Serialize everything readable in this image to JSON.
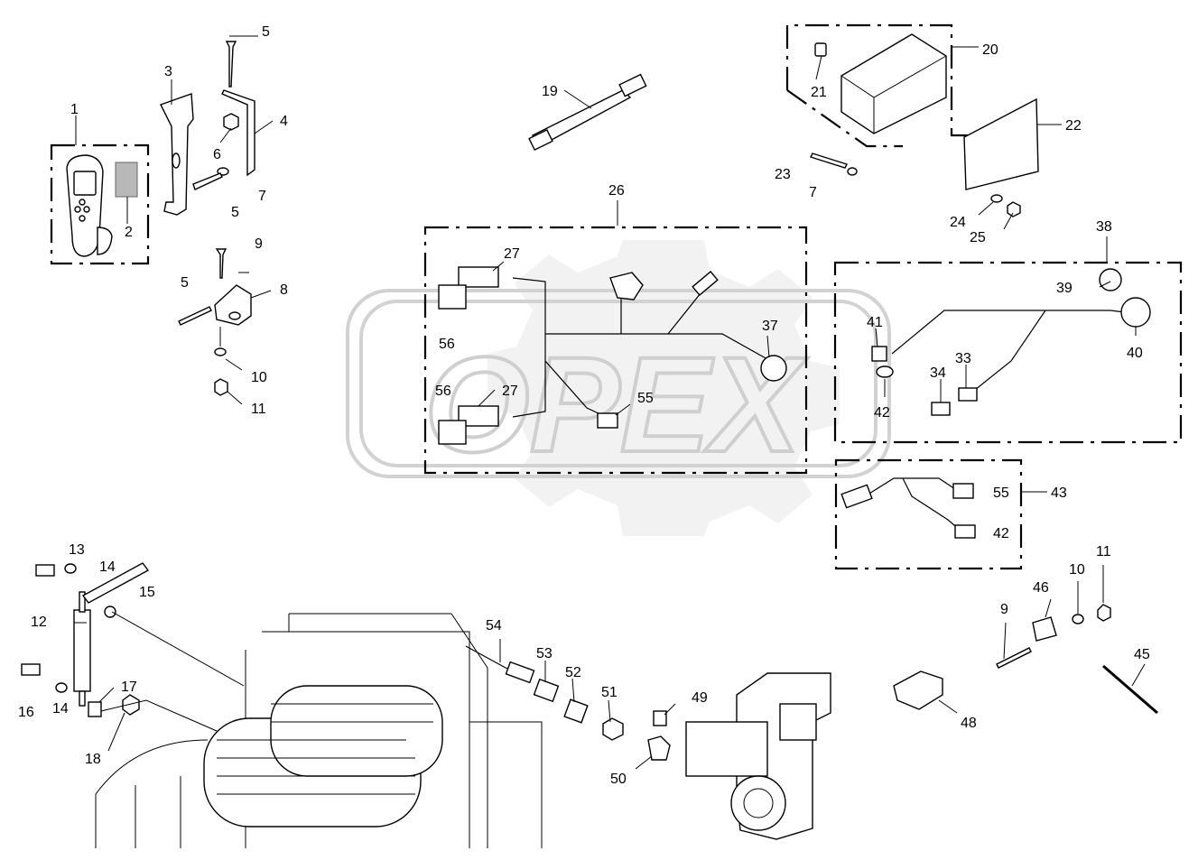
{
  "watermark": {
    "text": "OPEX"
  },
  "callouts": [
    {
      "id": "c1",
      "text": "1"
    },
    {
      "id": "c2",
      "text": "2"
    },
    {
      "id": "c3",
      "text": "3"
    },
    {
      "id": "c4",
      "text": "4"
    },
    {
      "id": "c5a",
      "text": "5"
    },
    {
      "id": "c5b",
      "text": "5"
    },
    {
      "id": "c5c",
      "text": "5"
    },
    {
      "id": "c6",
      "text": "6"
    },
    {
      "id": "c7a",
      "text": "7"
    },
    {
      "id": "c7b",
      "text": "7"
    },
    {
      "id": "c8",
      "text": "8"
    },
    {
      "id": "c9a",
      "text": "9"
    },
    {
      "id": "c9b",
      "text": "9"
    },
    {
      "id": "c10a",
      "text": "10"
    },
    {
      "id": "c10b",
      "text": "10"
    },
    {
      "id": "c11a",
      "text": "11"
    },
    {
      "id": "c11b",
      "text": "11"
    },
    {
      "id": "c12",
      "text": "12"
    },
    {
      "id": "c13",
      "text": "13"
    },
    {
      "id": "c14a",
      "text": "14"
    },
    {
      "id": "c14b",
      "text": "14"
    },
    {
      "id": "c15",
      "text": "15"
    },
    {
      "id": "c16",
      "text": "16"
    },
    {
      "id": "c17",
      "text": "17"
    },
    {
      "id": "c18",
      "text": "18"
    },
    {
      "id": "c19",
      "text": "19"
    },
    {
      "id": "c20",
      "text": "20"
    },
    {
      "id": "c21",
      "text": "21"
    },
    {
      "id": "c22",
      "text": "22"
    },
    {
      "id": "c23",
      "text": "23"
    },
    {
      "id": "c24",
      "text": "24"
    },
    {
      "id": "c25",
      "text": "25"
    },
    {
      "id": "c26",
      "text": "26"
    },
    {
      "id": "c27a",
      "text": "27"
    },
    {
      "id": "c27b",
      "text": "27"
    },
    {
      "id": "c33",
      "text": "33"
    },
    {
      "id": "c34",
      "text": "34"
    },
    {
      "id": "c37",
      "text": "37"
    },
    {
      "id": "c38",
      "text": "38"
    },
    {
      "id": "c39",
      "text": "39"
    },
    {
      "id": "c40",
      "text": "40"
    },
    {
      "id": "c41",
      "text": "41"
    },
    {
      "id": "c42a",
      "text": "42"
    },
    {
      "id": "c42b",
      "text": "42"
    },
    {
      "id": "c43",
      "text": "43"
    },
    {
      "id": "c45",
      "text": "45"
    },
    {
      "id": "c46",
      "text": "46"
    },
    {
      "id": "c48",
      "text": "48"
    },
    {
      "id": "c49",
      "text": "49"
    },
    {
      "id": "c50",
      "text": "50"
    },
    {
      "id": "c51",
      "text": "51"
    },
    {
      "id": "c52",
      "text": "52"
    },
    {
      "id": "c53",
      "text": "53"
    },
    {
      "id": "c54",
      "text": "54"
    },
    {
      "id": "c55a",
      "text": "55"
    },
    {
      "id": "c55b",
      "text": "55"
    },
    {
      "id": "c56a",
      "text": "56"
    },
    {
      "id": "c56b",
      "text": "56"
    }
  ]
}
